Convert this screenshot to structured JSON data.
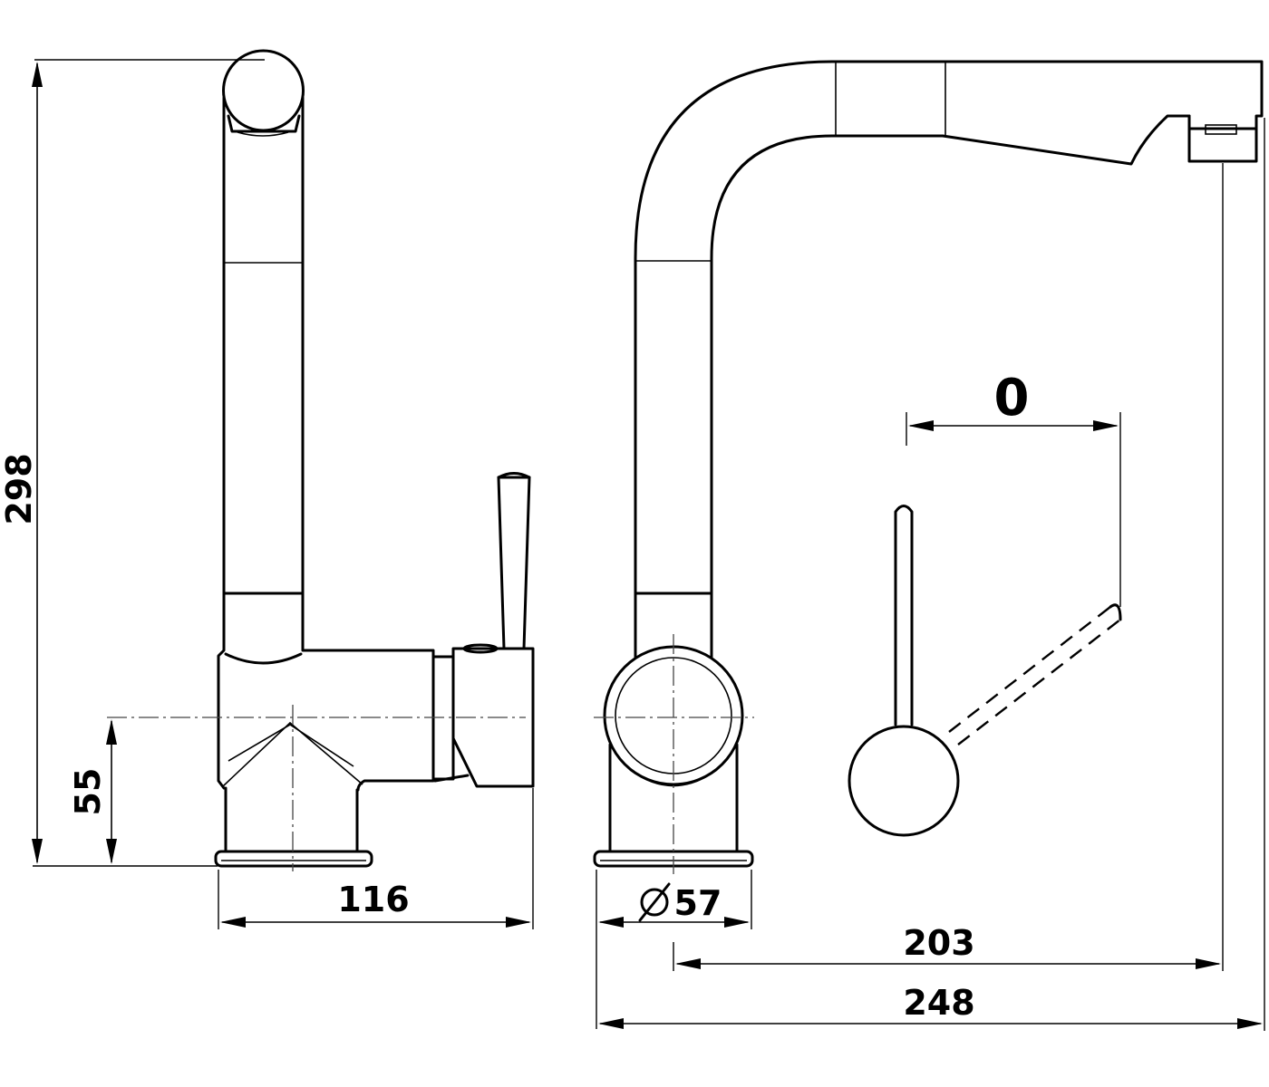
{
  "drawing": {
    "dimensions": {
      "total_height": "298",
      "base_height": "55",
      "side_width": "116",
      "base_diameter": "57",
      "reach": "203",
      "total_length": "248",
      "lever_angle": "0"
    }
  }
}
